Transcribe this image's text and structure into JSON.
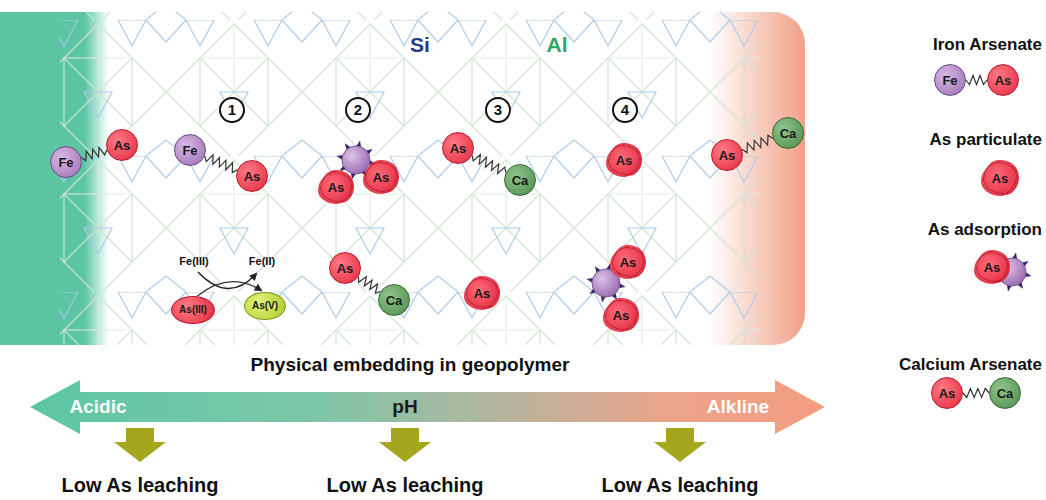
{
  "diagram": {
    "nodes": [
      {
        "text": [
          "Fe"
        ]
      },
      {
        "text": [
          "As"
        ]
      },
      {
        "text": [
          "Fe"
        ]
      },
      {
        "text": [
          "As"
        ]
      },
      {
        "text": [
          "As"
        ]
      },
      {
        "text": [
          "As"
        ]
      },
      {
        "text": [
          "As"
        ]
      },
      {
        "text": [
          "Ca"
        ]
      },
      {
        "text": [
          "As"
        ]
      },
      {
        "text": [
          "As"
        ]
      },
      {
        "text": [
          "Ca"
        ]
      },
      {
        "text": [
          "As(III)"
        ]
      },
      {
        "text": [
          "As(V)"
        ]
      },
      {
        "text": [
          "As"
        ]
      },
      {
        "text": [
          "Ca"
        ]
      },
      {
        "text": [
          "As"
        ]
      },
      {
        "text": [
          "As"
        ]
      },
      {
        "text": [
          "As"
        ]
      },
      {
        "text": [
          "Fe"
        ]
      },
      {
        "text": [
          "As"
        ]
      },
      {
        "text": [
          "As"
        ]
      },
      {
        "text": [
          "As"
        ]
      },
      {
        "text": [
          "As"
        ]
      },
      {
        "text": [
          "Ca"
        ]
      }
    ],
    "edges": [
      {
        "from": 0,
        "to": 1,
        "arrow": "none"
      },
      {
        "from": 2,
        "to": 3,
        "arrow": "none"
      },
      {
        "from": 6,
        "to": 7,
        "arrow": "none"
      },
      {
        "from": 9,
        "to": 10,
        "arrow": "none"
      },
      {
        "from": 11,
        "to": 12,
        "arrow": "to"
      },
      {
        "from": 13,
        "to": 14,
        "arrow": "none"
      },
      {
        "from": 18,
        "to": 19,
        "arrow": "none"
      },
      {
        "from": 22,
        "to": 23,
        "arrow": "none"
      }
    ],
    "labels": [
      "Si",
      "Al",
      "1",
      "2",
      "3",
      "4",
      "Fe(III)",
      "Fe(II)",
      "Physical embedding in geopolymer",
      "Acidic",
      "pH",
      "Alkline",
      "Low As leaching",
      "Low As leaching",
      "Low As leaching"
    ],
    "legend": [
      {
        "text": "Iron Arsenate"
      },
      {
        "text": "As particulate"
      },
      {
        "text": "As adsorption"
      },
      {
        "text": "Calcium Arsenate"
      }
    ]
  }
}
